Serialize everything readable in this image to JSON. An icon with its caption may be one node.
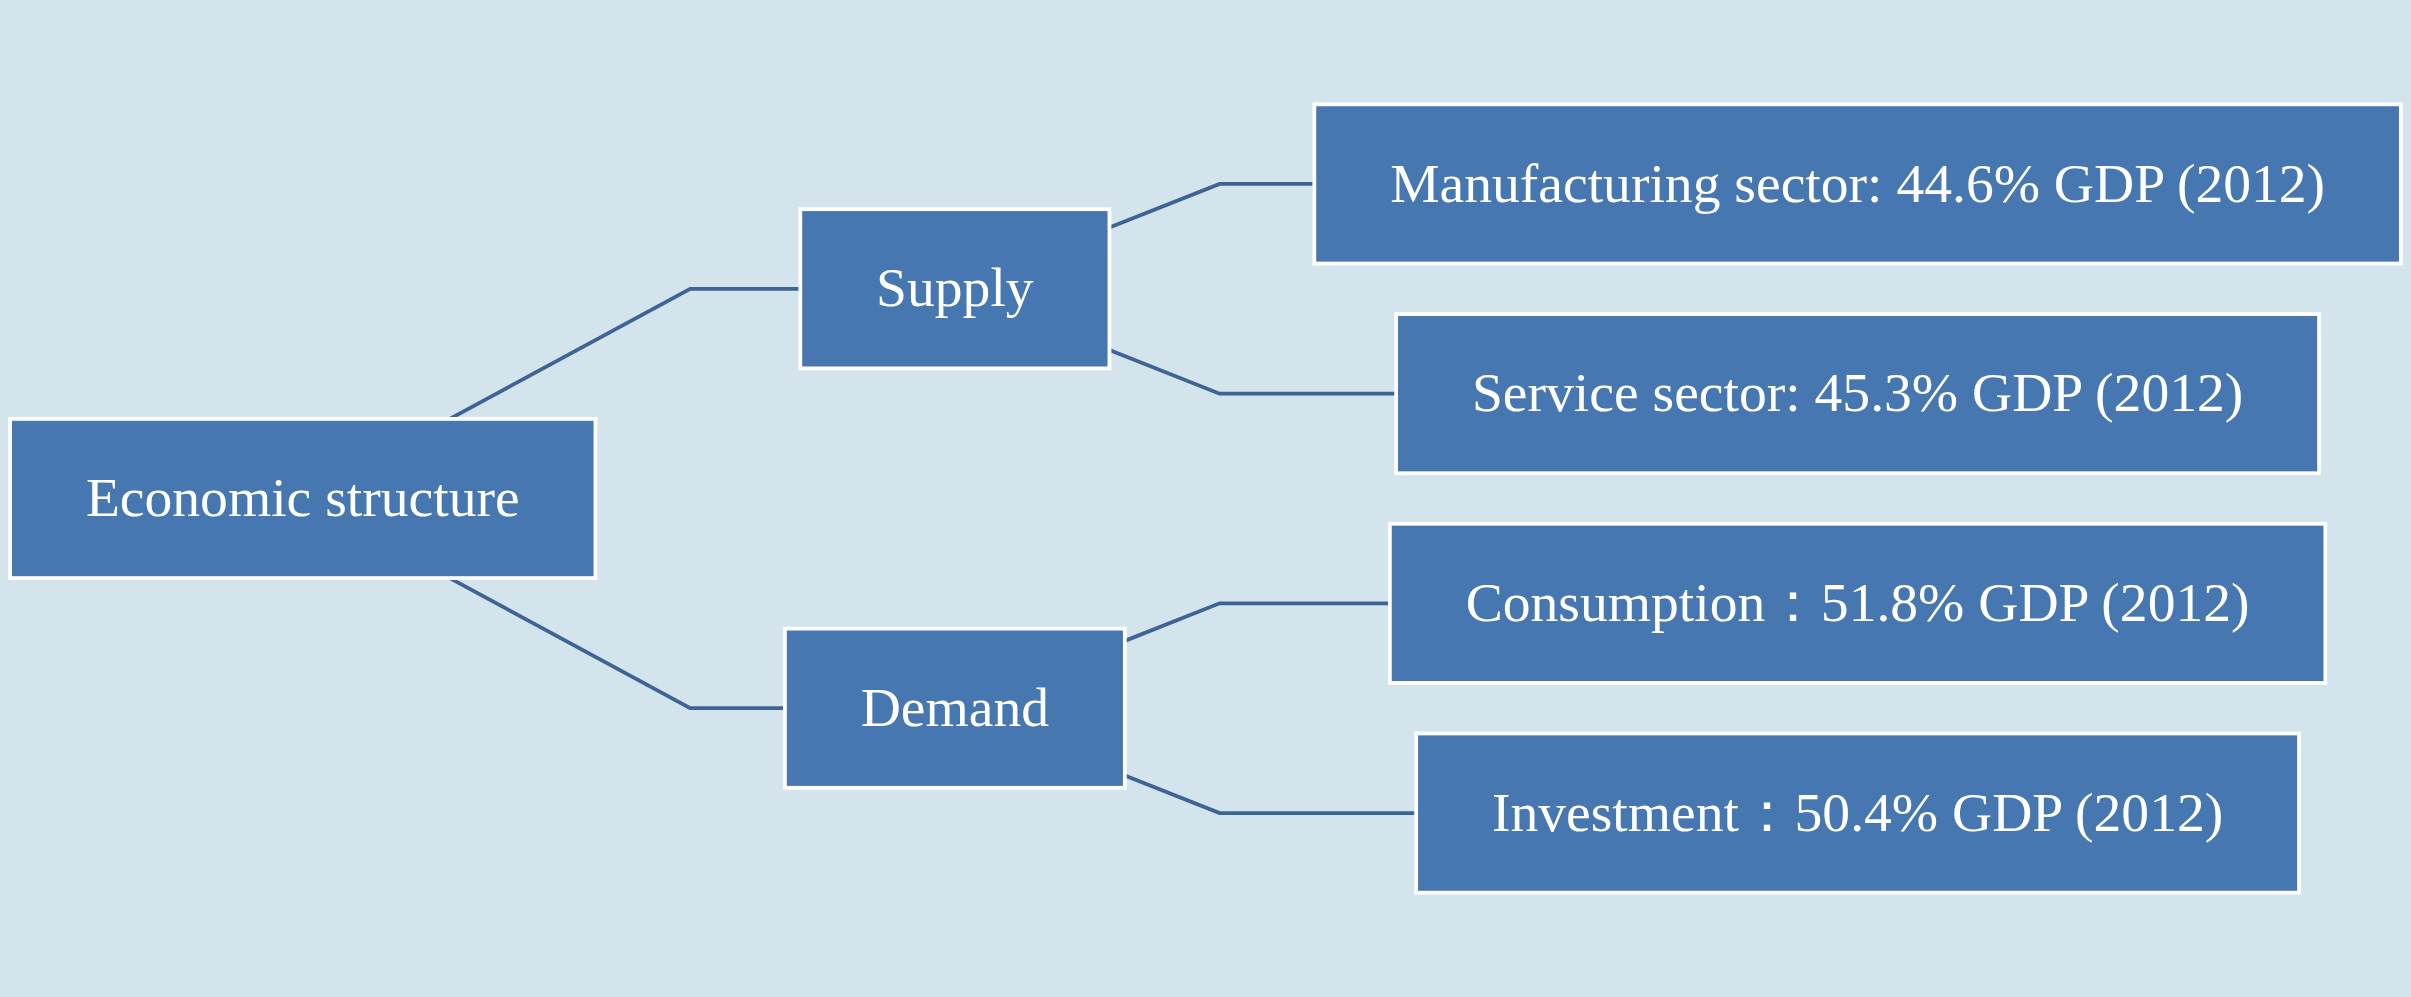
{
  "diagram": {
    "nodes": [
      {
        "text": [
          "Economic structure"
        ]
      },
      {
        "text": [
          "Supply"
        ]
      },
      {
        "text": [
          "Demand"
        ]
      },
      {
        "text": [
          "Manufacturing sector: 44.6% GDP (2012)"
        ]
      },
      {
        "text": [
          "Service sector: 45.3% GDP (2012)"
        ]
      },
      {
        "text": [
          "Consumption：51.8% GDP (2012)"
        ]
      },
      {
        "text": [
          "Investment：50.4% GDP (2012)"
        ]
      }
    ],
    "edges": [
      {
        "from": 0,
        "to": 1,
        "arrow": "none"
      },
      {
        "from": 0,
        "to": 2,
        "arrow": "none"
      },
      {
        "from": 1,
        "to": 3,
        "arrow": "none"
      },
      {
        "from": 1,
        "to": 4,
        "arrow": "none"
      },
      {
        "from": 2,
        "to": 5,
        "arrow": "none"
      },
      {
        "from": 2,
        "to": 6,
        "arrow": "none"
      }
    ]
  }
}
